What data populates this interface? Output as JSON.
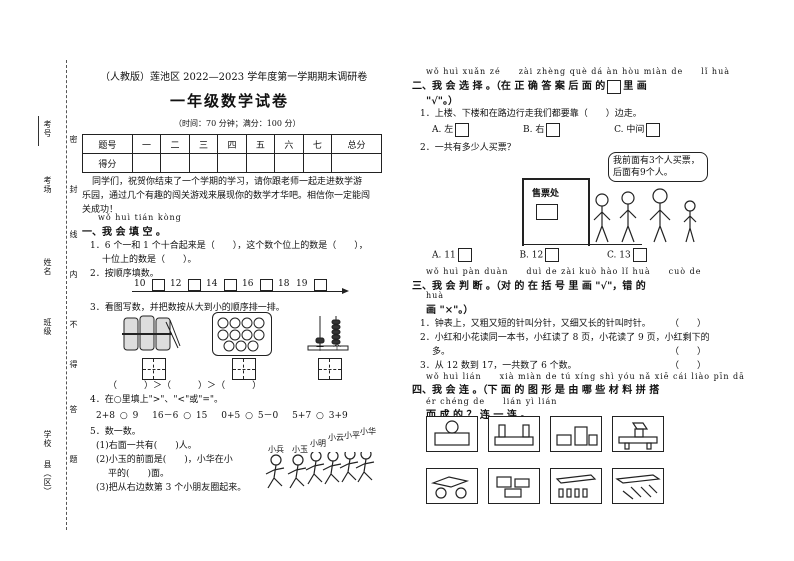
{
  "margin": {
    "labels": [
      "考号",
      "考场",
      "姓名",
      "班级",
      "学校"
    ],
    "seal": [
      "密",
      "封",
      "线",
      "内",
      "不",
      "得",
      "答",
      "题"
    ],
    "bottom_label": "县（区）"
  },
  "left": {
    "header": "（人教版）莲池区 2022—2023 学年度第一学期期末调研卷",
    "title": "一年级数学试卷",
    "time_info": "（时间：70 分钟；满分：100 分）",
    "score_table": {
      "row1": [
        "题号",
        "一",
        "二",
        "三",
        "四",
        "五",
        "六",
        "七",
        "总分"
      ],
      "row2": [
        "得分",
        "",
        "",
        "",
        "",
        "",
        "",
        "",
        ""
      ]
    },
    "intro1": "同学们，祝贺你结束了一个学期的学习，请你跟老师一起走进数学游",
    "intro2": "乐园，通过几个有趣的闯关游戏来展现你的数学才华吧。相信你一定能闯",
    "intro3": "关成功！",
    "s1_pinyin": "wǒ huì tián kòng",
    "s1_title": "一、我 会 填 空 。",
    "q1a": "1．6 个一和 1 个十合起来是（　　），这个数个位上的数是（　　），",
    "q1b": "十位上的数是（　　）。",
    "q2": "2．按顺序填数。",
    "ruler_nums": [
      "10",
      "12",
      "14",
      "16",
      "18",
      "19"
    ],
    "q3": "3．看图写数，并把数按从大到小的顺序排一排。",
    "tens": "十",
    "ones": "个",
    "compare_sign": "＞",
    "q4": "4．在○里填上\">\"、\"<\"或\"=\"。",
    "q4_items": [
      "2+8 ○ 9",
      "16－6 ○ 15",
      "0+5 ○ 5－0",
      "5+7 ○ 3+9"
    ],
    "q5": "5．数一数。",
    "q5_1": "(1)右面一共有(　　)人。",
    "q5_2a": "(2)小玉的前面是(　　)，小华在小",
    "q5_2b": "平的(　　)面。",
    "q5_3": "(3)把从右边数第 3 个小朋友圈起来。",
    "kid_names": [
      "小兵",
      "小玉",
      "小明",
      "小云",
      "小平",
      "小华"
    ]
  },
  "right": {
    "s2_pinyin": "wǒ huì xuǎn zé　　zài zhèng què dá àn hòu miàn de　　lǐ huà",
    "s2_title": "二、我 会 选 择 。（在 正 确 答 案 后 面 的",
    "s2_title2": "里 画",
    "s2_title3": "\"√\"。）",
    "q2_1": "1．上楼、下楼和在路边行走我们都要靠（　　）边走。",
    "q2_1_opts": [
      "A. 左",
      "B. 右",
      "C. 中间"
    ],
    "q2_2": "2．一共有多少人买票？",
    "speech": "我前面有3个人买票，后面有9个人。",
    "ticket": "售票处",
    "q2_2_opts": [
      "A. 11",
      "B. 12",
      "C. 13"
    ],
    "s3_pinyin": "wǒ huì pàn duàn　　duì de zài kuò hào lǐ huà　　cuò de",
    "s3_title": "三、我 会 判 断 。（对 的 在 括 号 里 画 \"√\"，错 的",
    "s3_pinyin2": "huà",
    "s3_title2": "画 \"×\"。）",
    "q3_1": "1．钟表上，又粗又短的针叫分针，又细又长的针叫时针。",
    "q3_2a": "2．小红和小花读同一本书，小红读了 8 页，小花读了 9 页，小红剩下的",
    "q3_2b": "多。",
    "q3_3": "3．从 12 数到 17，一共数了 6 个数。",
    "s4_pinyin": "wǒ huì lián　　xià miàn de tú xíng shì yóu nǎ xiē cái liào pīn dā",
    "s4_title": "四、我 会 连 。（下 面 的 图 形 是 由 哪 些 材 料 拼 搭",
    "s4_pinyin2": "ér chéng de　　lián yì lián",
    "s4_title2": "而 成 的 ？ 连 一 连 。"
  }
}
